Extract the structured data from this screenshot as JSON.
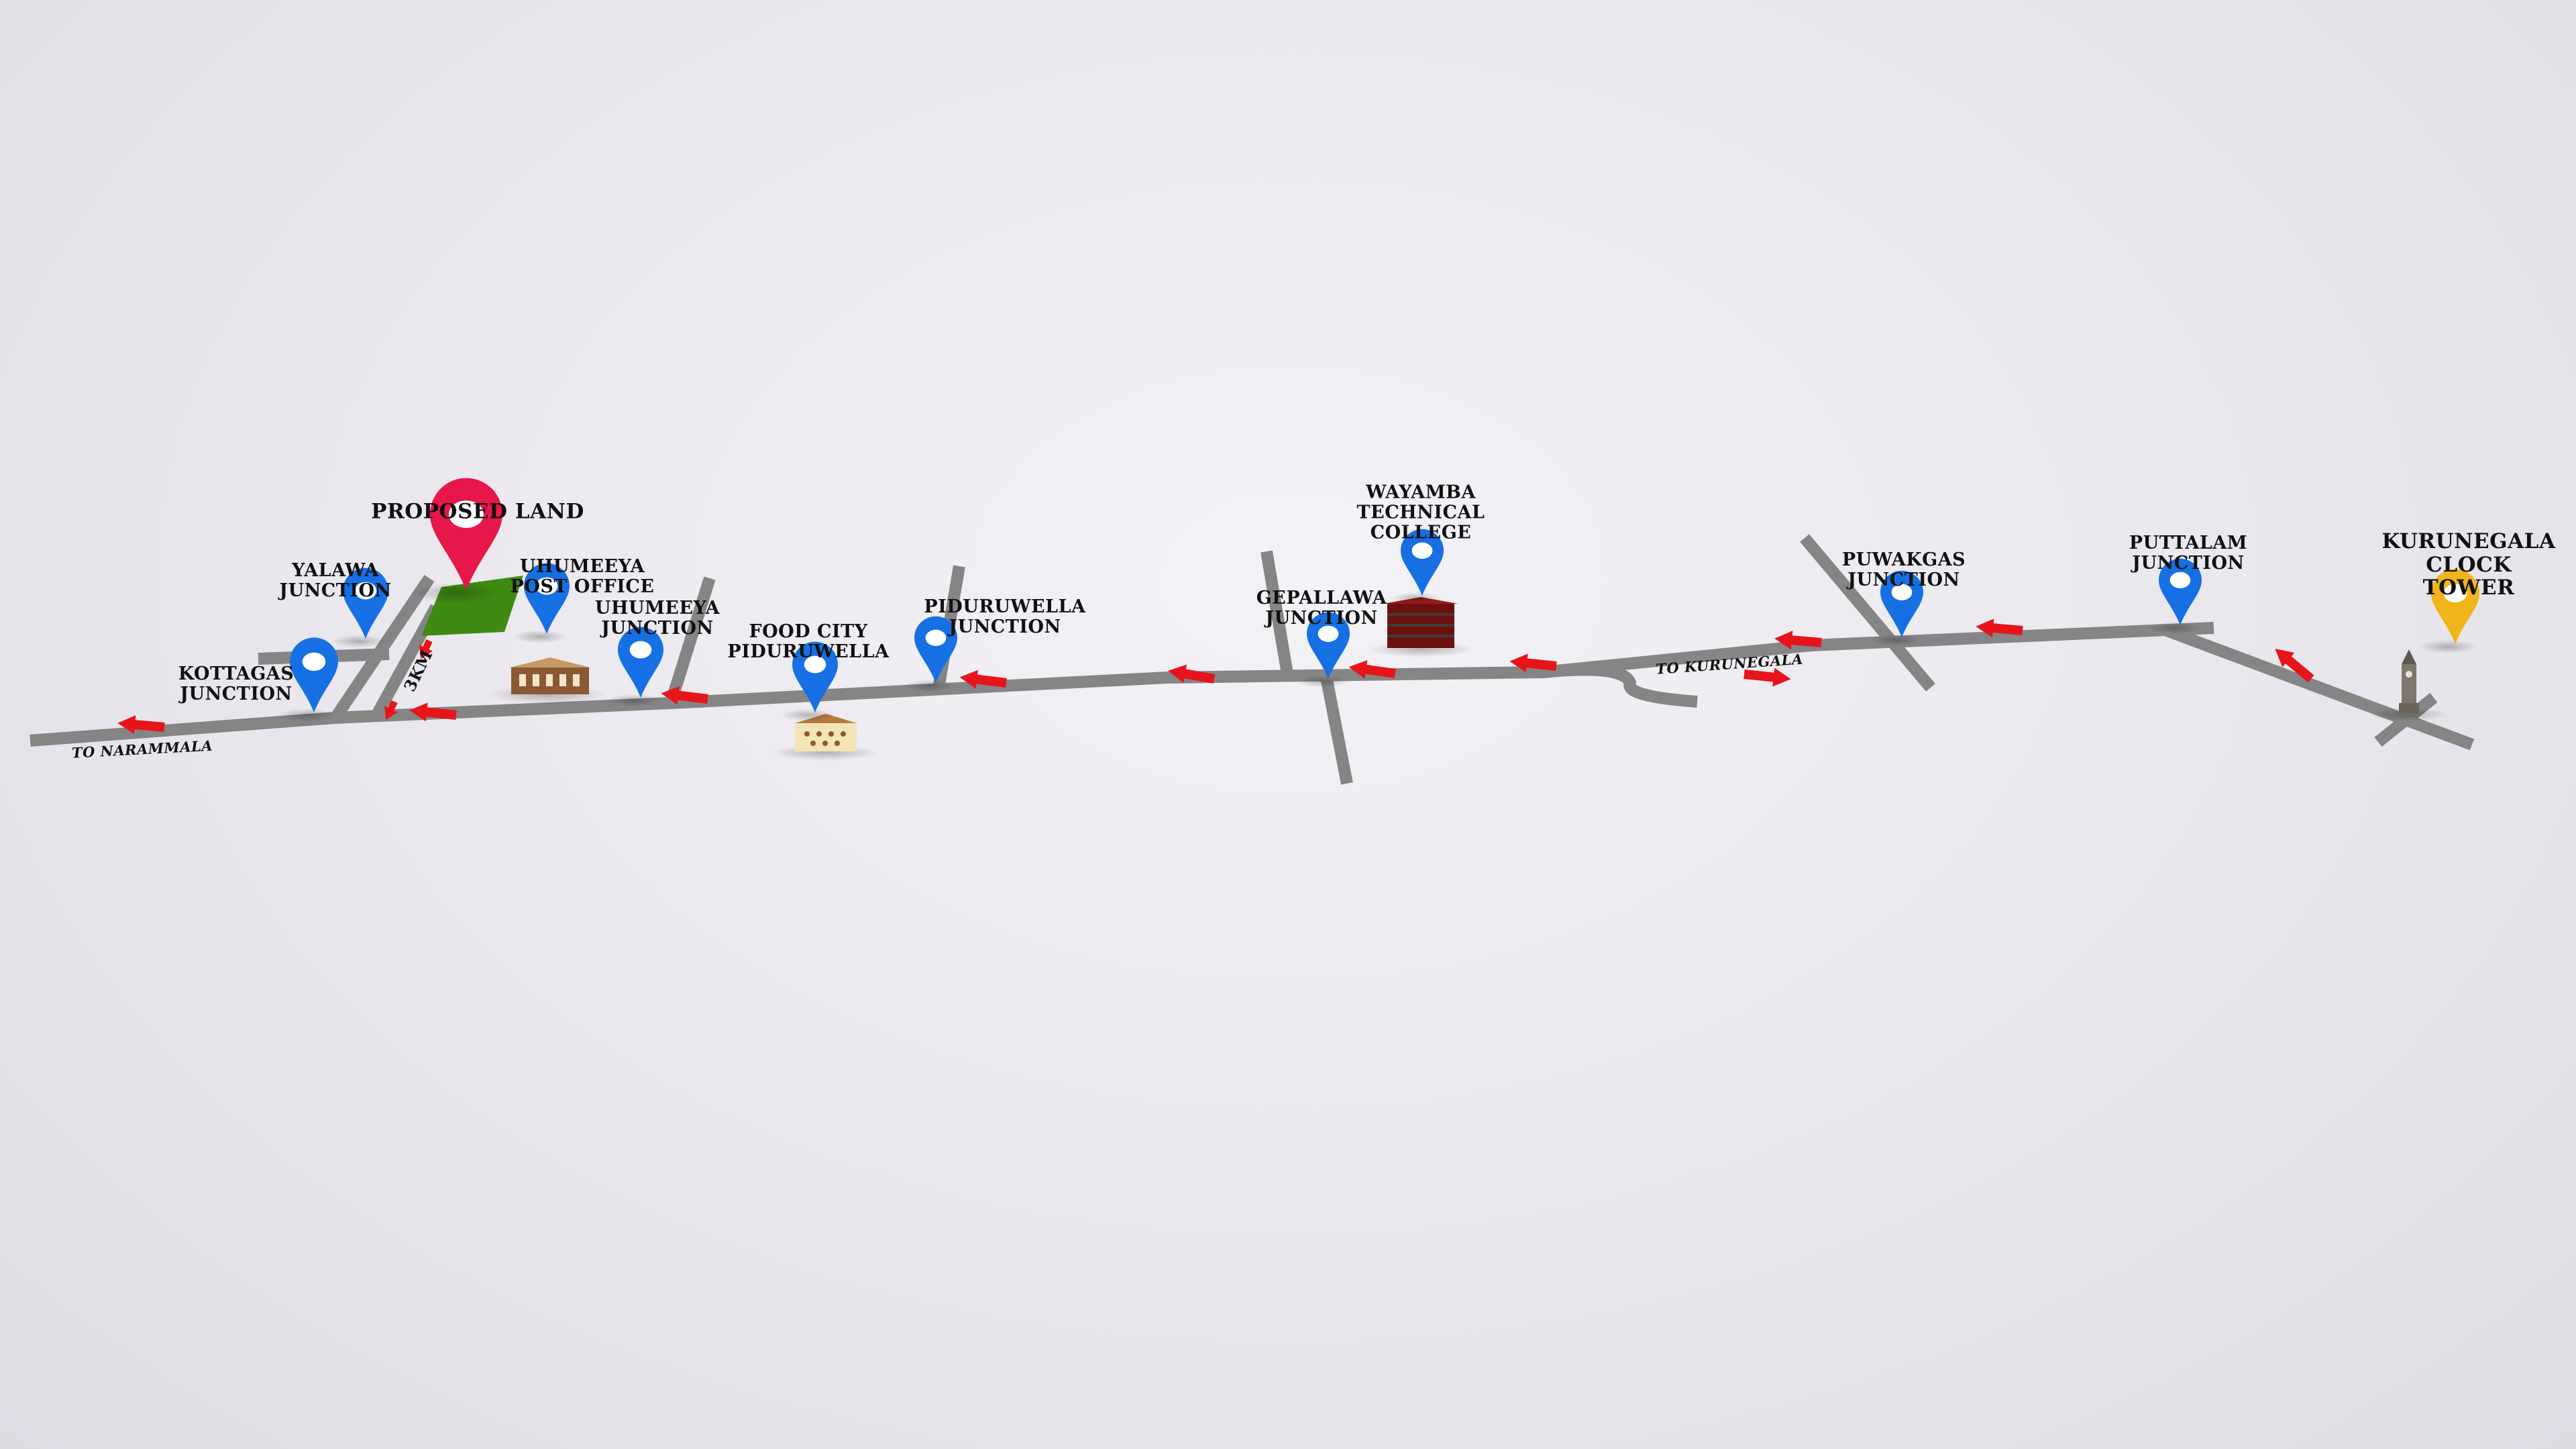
{
  "colors": {
    "road": "#858585",
    "arrow": "#e8141c",
    "pin_blue": "#1670e3",
    "pin_red": "#e8174a",
    "pin_gold": "#f0b51a",
    "land": "#3f8a12"
  },
  "labels": {
    "proposed_land": "PROPOSED LAND",
    "yalawa": "YALAWA\nJUNCTION",
    "kottagas": "KOTTAGAS\nJUNCTION",
    "uhumeeya_po": "UHUMEEYA\nPOST OFFICE",
    "uhumeeya_jn": "UHUMEEYA\nJUNCTION",
    "food_city": "FOOD CITY\nPIDURUWELLA",
    "piduruwella": "PIDURUWELLA\nJUNCTION",
    "gepallawa": "GEPALLAWA\nJUNCTION",
    "wayamba": "WAYAMBA\nTECHNICAL\nCOLLEGE",
    "puwakgas": "PUWAKGAS\nJUNCTION",
    "puttalam": "PUTTALAM\nJUNCTION",
    "clock_tower": "KURUNEGALA\nCLOCK TOWER",
    "to_narammala": "TO NARAMMALA",
    "to_kurunegala": "TO KURUNEGALA",
    "distance": "3KM"
  }
}
